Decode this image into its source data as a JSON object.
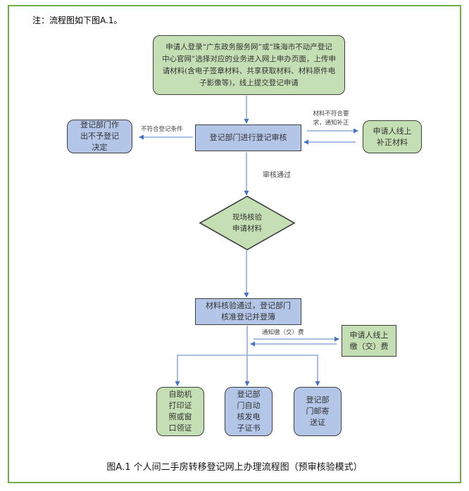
{
  "note": "注：流程图如下图A.1。",
  "nodes": {
    "start": "申请人登录“广东政务服务网”或“珠海市不动产登记中心官网”选择对应的业务进入网上申办页面，上传申请材料(含电子签章材料、共享获取材料、材料原件电子影像等)，线上提交登记申请",
    "review": "登记部门进行登记审核",
    "reject": "登记部门作出不予登记决定",
    "supplement": "申请人线上补正材料",
    "verify": "现场核验申请材料",
    "approve": "材料核验通过，登记部门核准登记并登簿",
    "pay": "申请人线上缴（交）费",
    "self_print": "自助机打印证照或窗口领证",
    "e_cert": "登记部门自动核发电子证书",
    "mail": "登记部门邮寄送证"
  },
  "edge_labels": {
    "not_qualified": "不符合登记条件",
    "materials_incomplete": "材料不符合要求，通知补正",
    "review_passed": "审核通过",
    "notify_pay": "通知缴（交）费"
  },
  "caption": "图A.1 个人间二手房转移登记网上办理流程图（预审核验模式）",
  "colors": {
    "frame": "#70ad47",
    "green_fill": "#c5dfb4",
    "blue_fill": "#b4c6e7",
    "connector": "#4472c4",
    "connector_light": "#8eaadb"
  }
}
